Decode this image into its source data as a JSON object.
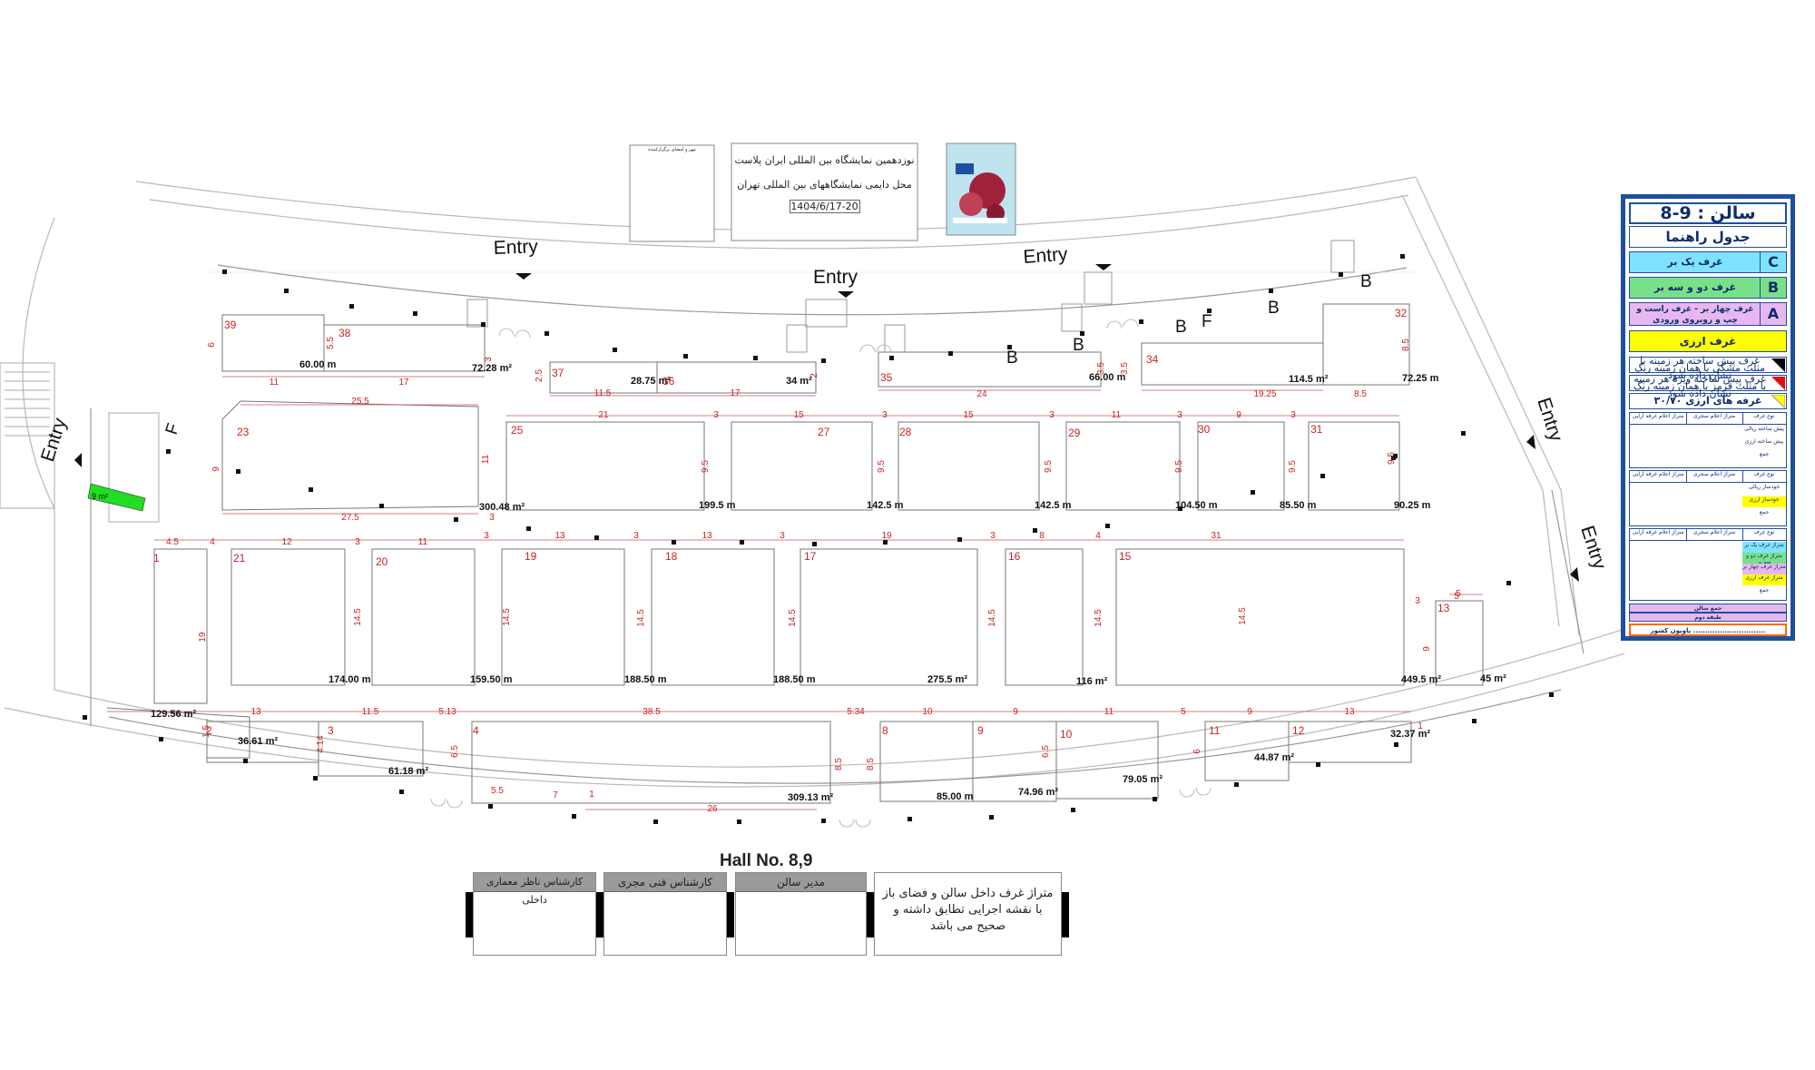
{
  "header": {
    "exhibition_name": "نوزدهمین نمایشگاه بین المللی ایران پلاست",
    "venue": "محل دایمی نمایشگاههای بین المللی تهران",
    "dates": "1404/6/17-20",
    "stamp_caption": "مهر و امضای برگزارکننده"
  },
  "hall_title": "Hall No. 8,9",
  "entries": [
    "Entry",
    "Entry",
    "Entry",
    "Entry",
    "Entry",
    "Entry"
  ],
  "marks": {
    "b": "B",
    "f": "F"
  },
  "booths": [
    {
      "id": "39",
      "area": "60.00 m"
    },
    {
      "id": "38",
      "area": "72.28 m²"
    },
    {
      "id": "37",
      "area": "28.75 m²"
    },
    {
      "id": "36",
      "area": "34 m²"
    },
    {
      "id": "35",
      "area": "66.00 m"
    },
    {
      "id": "34",
      "area": "114.5 m²"
    },
    {
      "id": "32",
      "area": "72.25 m"
    },
    {
      "id": "23",
      "area": "300.48 m²"
    },
    {
      "id": "25",
      "area": "199.5 m"
    },
    {
      "id": "27",
      "area": "142.5 m"
    },
    {
      "id": "28",
      "area": "142.5 m"
    },
    {
      "id": "29",
      "area": "104.50 m"
    },
    {
      "id": "30",
      "area": "85.50 m"
    },
    {
      "id": "31",
      "area": "90.25 m"
    },
    {
      "id": "1",
      "area": "129.56 m²"
    },
    {
      "id": "21",
      "area": "174.00 m"
    },
    {
      "id": "20",
      "area": "159.50 m"
    },
    {
      "id": "19",
      "area": "188.50 m"
    },
    {
      "id": "18",
      "area": "188.50 m"
    },
    {
      "id": "17",
      "area": "275.5 m²"
    },
    {
      "id": "16",
      "area": "116 m²"
    },
    {
      "id": "15",
      "area": "449.5 m²"
    },
    {
      "id": "13",
      "area": "45 m²"
    },
    {
      "id": "2",
      "area": "36.61 m²"
    },
    {
      "id": "3",
      "area": "61.18 m²"
    },
    {
      "id": "4",
      "area": "309.13 m²"
    },
    {
      "id": "8",
      "area": "85.00 m"
    },
    {
      "id": "9",
      "area": "74.96 m²"
    },
    {
      "id": "10",
      "area": "79.05 m²"
    },
    {
      "id": "11",
      "area": "44.87 m²"
    },
    {
      "id": "12",
      "area": "32.37 m²"
    },
    {
      "id": "F",
      "area": "9 m²"
    }
  ],
  "dimensions": [
    "6",
    "11",
    "17",
    "5.5",
    "3",
    "2.5",
    "11.5",
    "17",
    "2",
    "24",
    "3.5",
    "3.5",
    "19.25",
    "8.5",
    "8.5",
    "25.5",
    "9",
    "11",
    "27.5",
    "3",
    "21",
    "3",
    "15",
    "3",
    "15",
    "3",
    "11",
    "3",
    "9",
    "3",
    "9.5",
    "9.5",
    "9.5",
    "9.5",
    "9.5",
    "9.5",
    "4.5",
    "4",
    "12",
    "3",
    "11",
    "3",
    "13",
    "3",
    "13",
    "3",
    "19",
    "3",
    "8",
    "4",
    "31",
    "3",
    "5",
    "19",
    "14.5",
    "14.5",
    "14.5",
    "14.5",
    "14.5",
    "14.5",
    "14.5",
    "9",
    "13",
    "11.5",
    "5.13",
    "38.5",
    "5.34",
    "10",
    "9",
    "11",
    "5",
    "9",
    "13",
    "1",
    "1.5",
    "4.14",
    "6.5",
    "8.5",
    "8.5",
    "6.5",
    "6",
    "5.5",
    "7",
    "1",
    "26",
    "5"
  ],
  "legend": {
    "hall": "سالن : 9-8",
    "title": "جدول راهنما",
    "rows": [
      {
        "code": "C",
        "label": "غرف یک بر",
        "color": "#7fe3ff"
      },
      {
        "code": "B",
        "label": "غرف دو و سه بر",
        "color": "#79e08a"
      },
      {
        "code": "A",
        "label": "غرف چهار بر - غرف راست و چپ و روبروی ورودی",
        "color": "#e6b8ef"
      }
    ],
    "foreign": "غرف ارزی",
    "note_black": "غرف پیش ساخته هر زمینه با مثلث مشکی با همان زمینه رنگ نشان داده شود",
    "note_red": "غرف پیش ساخته ویژه هر زمینه با مثلث قرمز با همان زمینه رنگ نشان داده شود",
    "foreign_ratio": "غرفه های ارزی ۳۰/۷۰",
    "table_headers": [
      "نوع غرف",
      "متراژ اعلام سجری",
      "متراژ اعلام غرفه آرایی"
    ],
    "table1": [
      "پیش ساخته ریالی",
      "پیش ساخته ارزی",
      "جمع"
    ],
    "table2": [
      "خودساز ریالی",
      "خودساز ارزی",
      "جمع"
    ],
    "table3": [
      "متراژ غرف یک بر",
      "متراژ غرف دو و سه بر",
      "متراژ غرف چهار بر",
      "متراژ غرف ارزی",
      "جمع"
    ],
    "footer1": "جمع سالن",
    "footer2": "طبقه دوم",
    "country": "پاویون کشور .............................."
  },
  "signatures": {
    "architect": "کارشناس ناظر معماری داخلی",
    "technical": "کارشناس فنی مجری",
    "manager": "مدیر سالن",
    "note": "متراژ غرف داخل سالن و فضای باز با نقشه اجرایی تطابق داشته و صحیح می باشد"
  },
  "colors": {
    "booth_number": "#cc2222",
    "green_booth": "#22dd22",
    "legend_blue": "#1f4fa0",
    "cyan": "#7fe3ff",
    "green": "#79e08a",
    "lilac": "#e6b8ef",
    "yellow": "#ffff00",
    "orange": "#ff6600"
  }
}
